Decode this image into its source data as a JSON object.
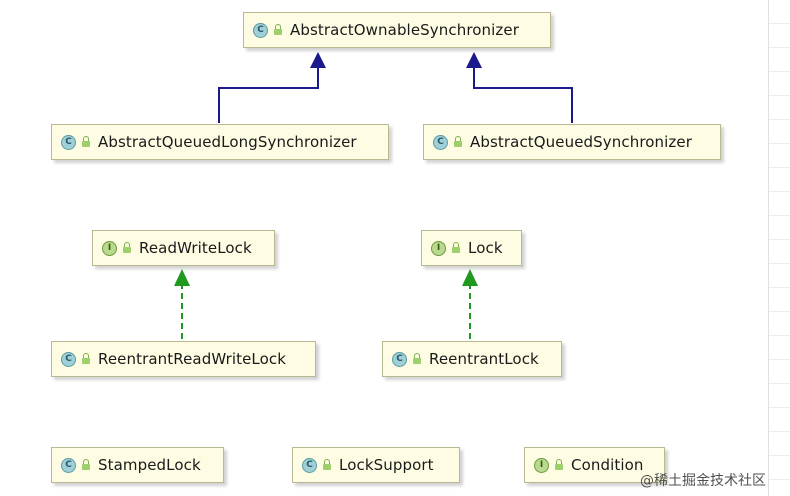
{
  "nodes": {
    "aos": {
      "label": "AbstractOwnableSynchronizer",
      "kind": "class",
      "kind_letter": "C"
    },
    "aqls": {
      "label": "AbstractQueuedLongSynchronizer",
      "kind": "class",
      "kind_letter": "C"
    },
    "aqs": {
      "label": "AbstractQueuedSynchronizer",
      "kind": "class",
      "kind_letter": "C"
    },
    "rwl": {
      "label": "ReadWriteLock",
      "kind": "interface",
      "kind_letter": "I"
    },
    "lock": {
      "label": "Lock",
      "kind": "interface",
      "kind_letter": "I"
    },
    "rrwl": {
      "label": "ReentrantReadWriteLock",
      "kind": "class",
      "kind_letter": "C"
    },
    "rl": {
      "label": "ReentrantLock",
      "kind": "class",
      "kind_letter": "C"
    },
    "sl": {
      "label": "StampedLock",
      "kind": "class",
      "kind_letter": "C"
    },
    "ls": {
      "label": "LockSupport",
      "kind": "class",
      "kind_letter": "C"
    },
    "cond": {
      "label": "Condition",
      "kind": "interface",
      "kind_letter": "I"
    }
  },
  "edges": [
    {
      "from": "aqls",
      "to": "aos",
      "type": "extends"
    },
    {
      "from": "aqs",
      "to": "aos",
      "type": "extends"
    },
    {
      "from": "rrwl",
      "to": "rwl",
      "type": "implements"
    },
    {
      "from": "rl",
      "to": "lock",
      "type": "implements"
    }
  ],
  "colors": {
    "extends": "#1a1a8c",
    "implements": "#1f9a1f",
    "node_fill": "#fefde4"
  },
  "watermark": "@稀土掘金技术社区"
}
